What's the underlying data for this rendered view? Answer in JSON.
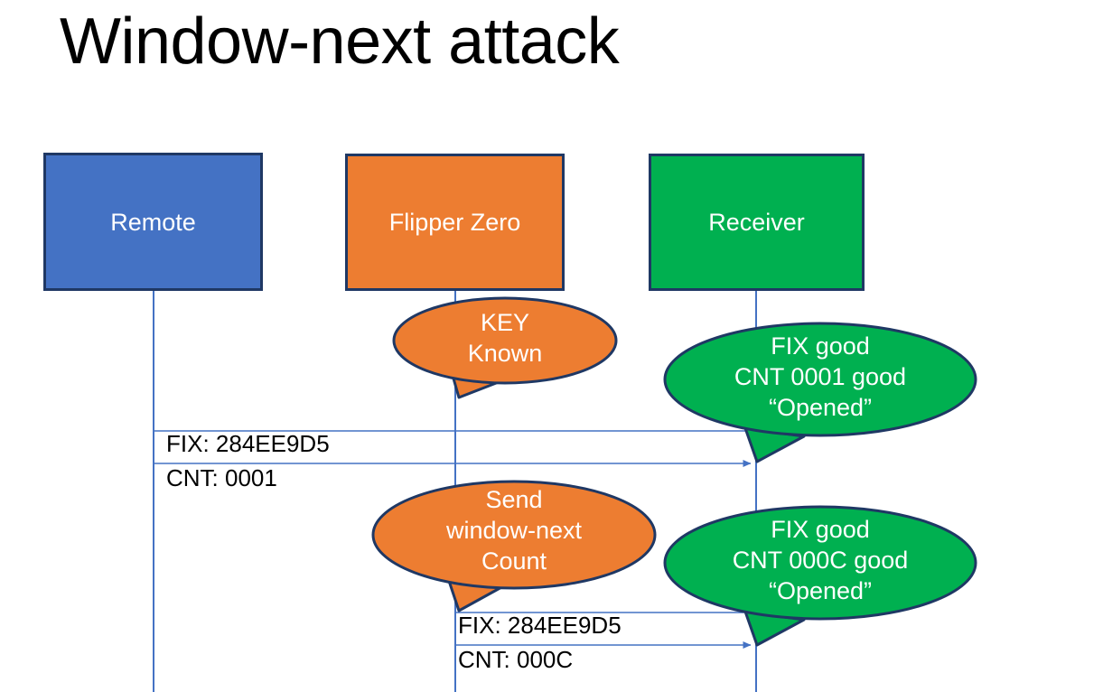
{
  "slide": {
    "title": "Window-next attack",
    "background": "#ffffff"
  },
  "colors": {
    "remote_blue": "#4472C4",
    "flipper_orange": "#ED7D31",
    "receiver_green": "#00B050",
    "box_border": "#1F3864",
    "lifeline_blue": "#4472C4",
    "text_dark": "#000000",
    "text_light": "#ffffff"
  },
  "actors": [
    {
      "id": "remote",
      "label": "Remote",
      "color": "#4472C4"
    },
    {
      "id": "flipper",
      "label": "Flipper Zero",
      "color": "#ED7D31"
    },
    {
      "id": "receiver",
      "label": "Receiver",
      "color": "#00B050"
    }
  ],
  "bubbles": [
    {
      "id": "key-known",
      "owner": "flipper",
      "color": "#ED7D31",
      "lines": [
        "KEY",
        "Known"
      ]
    },
    {
      "id": "receiver-ack-0001",
      "owner": "receiver",
      "color": "#00B050",
      "lines": [
        "FIX good",
        "CNT 0001 good",
        "“Opened”"
      ]
    },
    {
      "id": "send-window-next",
      "owner": "flipper",
      "color": "#ED7D31",
      "lines": [
        "Send",
        "window-next",
        "Count"
      ]
    },
    {
      "id": "receiver-ack-000c",
      "owner": "receiver",
      "color": "#00B050",
      "lines": [
        "FIX good",
        "CNT 000C good",
        "“Opened”"
      ]
    }
  ],
  "messages": [
    {
      "id": "remote-to-receiver",
      "from": "remote",
      "to": "receiver",
      "line1": "FIX: 284EE9D5",
      "line2": "CNT: 0001"
    },
    {
      "id": "flipper-to-receiver",
      "from": "flipper",
      "to": "receiver",
      "line1": "FIX: 284EE9D5",
      "line2": "CNT: 000C"
    }
  ]
}
